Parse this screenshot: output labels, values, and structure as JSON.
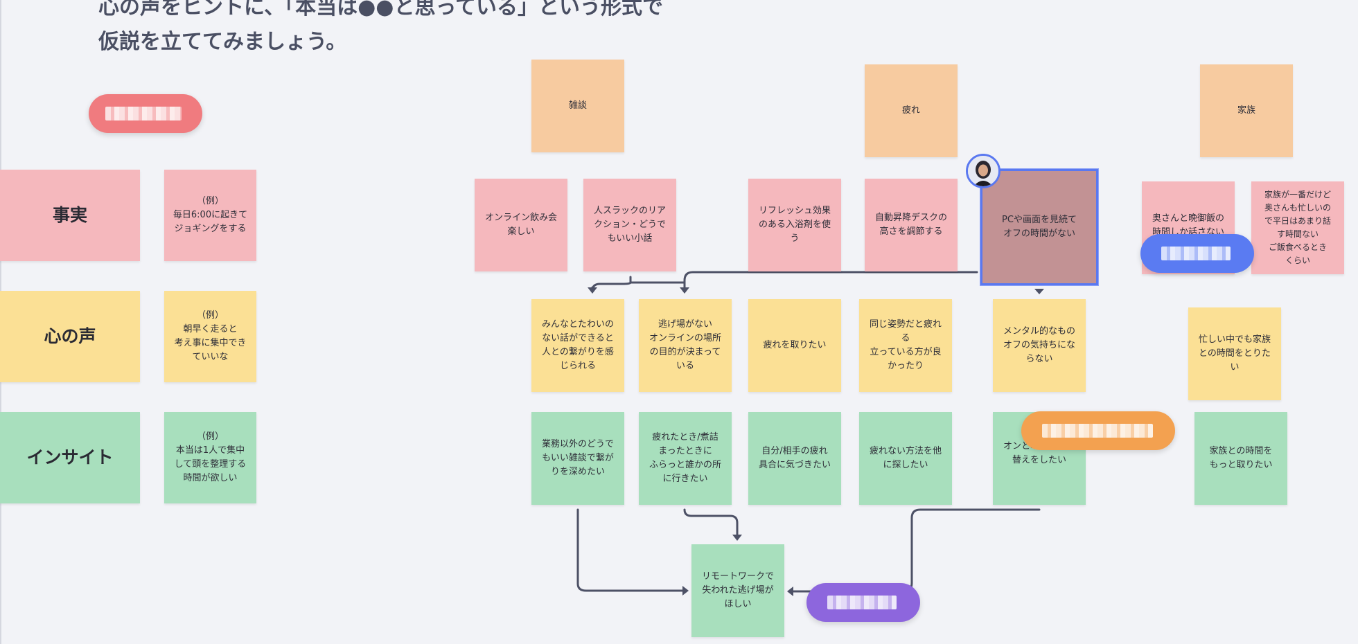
{
  "instruction": {
    "line1": "心の声をヒントに、「本当は●●と思っている」という形式で",
    "line2": "仮説を立ててみましょう。"
  },
  "legend": {
    "fact": {
      "label": "事実",
      "example": "（例）\n毎日6:00に起きて\nジョギングをする"
    },
    "voice": {
      "label": "心の声",
      "example": "（例）\n朝早く走ると\n考え事に集中でき\nていいな"
    },
    "insight": {
      "label": "インサイト",
      "example": "（例）\n本当は1人で集中\nして頭を整理する\n時間が欲しい"
    }
  },
  "topics": [
    "雑談",
    "疲れ",
    "家族"
  ],
  "facts": [
    "オンライン飲み会\n楽しい",
    "人スラックのリア\nクション・どうで\nもいい小話",
    "リフレッシュ効果\nのある入浴剤を使\nう",
    "自動昇降デスクの\n高さを調節する",
    "PCや画面を見続て\nオフの時間がない",
    "奥さんと晩御飯の\n時間しか話さない",
    "家族が一番だけど\n奥さんも忙しいの\nで平日はあまり話\nす時間ない\nご飯食べるとき\nくらい"
  ],
  "voices": [
    "みんなとたわいの\nない話ができると\n人との繋がりを感\nじられる",
    "逃げ場がない\nオンラインの場所\nの目的が決まって\nいる",
    "疲れを取りたい",
    "同じ姿勢だと疲れ\nる\n立っている方が良\nかったり",
    "メンタル的なもの\nオフの気持ちにな\nらない",
    "忙しい中でも家族\nとの時間をとりた\nい"
  ],
  "insights": [
    "業務以外のどうで\nもいい雑談で繋が\nりを深めたい",
    "疲れたとき/煮詰\nまったときに\nふらっと誰かの所\nに行きたい",
    "自分/相手の疲れ\n具合に気づきたい",
    "疲れない方法を他\nに探したい",
    "オンとオフの切り\n替えをしたい",
    "家族との時間を\nもっと取りたい"
  ],
  "hypothesis": "リモートワークで\n失われた逃げ場が\nほしい",
  "collaborators": [
    {
      "color": "#f07b7f"
    },
    {
      "color": "#5a7bf2"
    },
    {
      "color": "#f3a150"
    },
    {
      "color": "#8d66dd"
    }
  ],
  "colors": {
    "topic": "#f7cba0",
    "fact": "#f5b8bd",
    "voice": "#fbe095",
    "insight": "#a8dfbd",
    "connector": "#4d5166",
    "selection": "#5a78f0"
  }
}
